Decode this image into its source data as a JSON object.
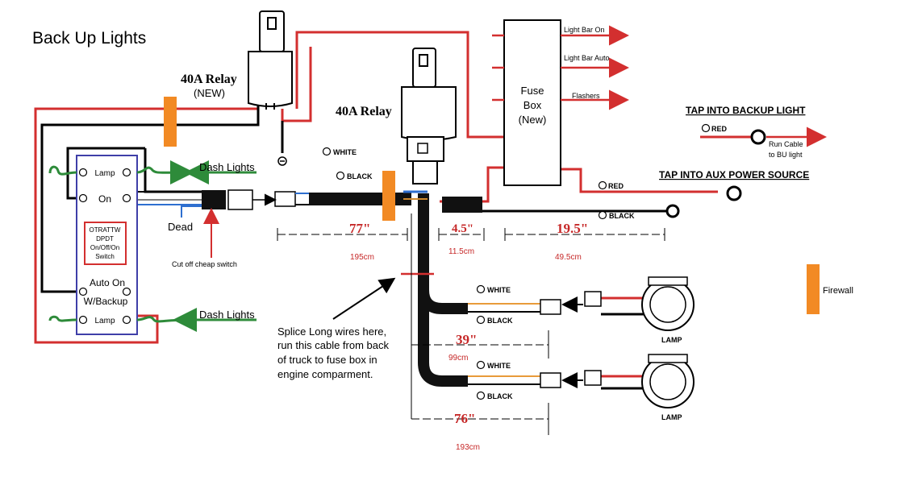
{
  "title": "Back Up Lights",
  "relay_small": {
    "label": "40A Relay",
    "note": "(NEW)"
  },
  "relay_main": {
    "label": "40A Relay"
  },
  "fuse_box": {
    "line1": "Fuse",
    "line2": "Box",
    "line3": "(New)"
  },
  "outputs": [
    "Light Bar On",
    "Light Bar Auto",
    "Flashers"
  ],
  "tap_backup": {
    "heading": "TAP INTO BACKUP LIGHT",
    "wire": "RED",
    "note_line1": "Run Cable",
    "note_line2": "to BU light"
  },
  "tap_aux": {
    "heading": "TAP INTO AUX POWER SOURCE",
    "wire_red": "RED",
    "wire_black": "BLACK"
  },
  "harness": {
    "white": "WHITE",
    "black": "BLACK"
  },
  "switch": {
    "lamp_top": "Lamp",
    "on": "On",
    "model_lines": [
      "OTRATTW",
      "DPDT",
      "On/Off/On",
      "Switch"
    ],
    "auto_line1": "Auto On",
    "auto_line2": "W/Backup",
    "lamp_bottom": "Lamp"
  },
  "dash_lights_top": "Dash Lights",
  "dash_lights_bottom": "Dash Lights",
  "dead_label": "Dead",
  "cut_off_note": "Cut off cheap switch",
  "splice_note": [
    "Splice Long wires here,",
    "run this cable from back",
    "of truck to fuse box in",
    "engine comparment."
  ],
  "firewall": "Firewall",
  "dimensions": {
    "d77": {
      "inch": "77\"",
      "cm": "195cm"
    },
    "d45": {
      "inch": "4.5\"",
      "cm": "11.5cm"
    },
    "d195": {
      "inch": "19.5\"",
      "cm": "49.5cm"
    },
    "d39": {
      "inch": "39\"",
      "cm": "99cm"
    },
    "d76": {
      "inch": "76\"",
      "cm": "193cm"
    }
  },
  "lamp1": {
    "label": "LAMP",
    "white": "WHITE",
    "black": "BLACK"
  },
  "lamp2": {
    "label": "LAMP",
    "white": "WHITE",
    "black": "BLACK"
  },
  "colors": {
    "red_wire": "#d32f2f",
    "green_wire": "#2e8b3a",
    "blue_box": "#3f3fa8",
    "orange": "#f28a24",
    "dim_red": "#c62828"
  }
}
